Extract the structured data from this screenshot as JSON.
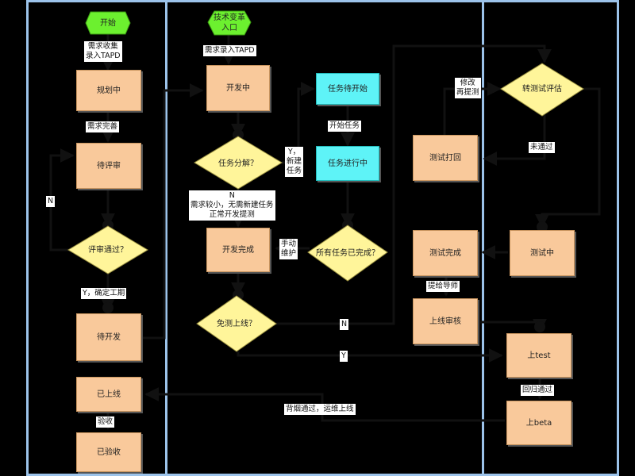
{
  "colors": {
    "lane_border": "#9cc3ea",
    "process": "#f9c99b",
    "decision": "#fff59a",
    "terminal": "#6cf02f",
    "cyan": "#5ef3f7",
    "line": "#111111"
  },
  "nodes": {
    "start": "开始",
    "planning": "规划中",
    "pending_review": "待评审",
    "review_passed": "评审通过？",
    "pending_dev": "待开发",
    "launched": "已上线",
    "accepted": "已验收",
    "tech_entry": "技术变革\n入口",
    "developing": "开发中",
    "task_split": "任务分解？",
    "dev_done": "开发完成",
    "skip_test": "免测上线？",
    "task_pending": "任务待开始",
    "task_in_progress": "任务进行中",
    "all_tasks_done": "所有任务已完成？",
    "to_test_eval": "转测试评估",
    "test_returned": "测试打回",
    "testing": "测试中",
    "test_done": "测试完成",
    "launch_review": "上线审核",
    "up_test": "上test",
    "up_beta": "上beta"
  },
  "labels": {
    "req_collect": "需求收集\n录入TAPD",
    "req_complete": "需求完善",
    "n_review": "N",
    "y_schedule": "Y，确定工期",
    "acceptance": "验收",
    "req_tapd": "需求录入TAPD",
    "y_new_task": "Y，\n新建\n任务",
    "n_small": "N\n需求较小，无需新建任务\n正常开发提测",
    "manual_maint": "手动\n维护",
    "start_task": "开始任务",
    "skip_n": "N",
    "skip_y": "Y",
    "gray_ops": "背烟通过，运维上线",
    "modify_resubmit": "修改\n再提测",
    "not_passed": "未通过",
    "submit_release": "提给导师",
    "regression_passed": "回归通过"
  }
}
